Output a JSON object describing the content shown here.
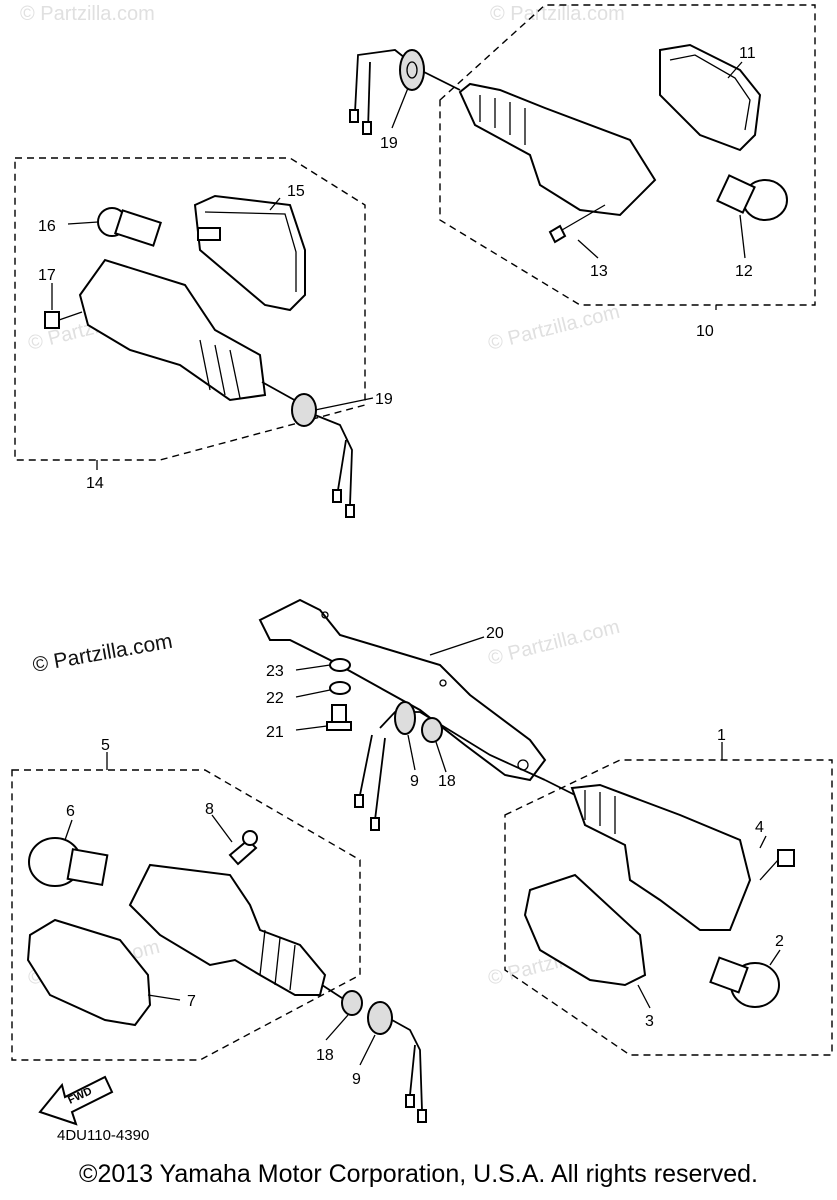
{
  "watermark": "© Partzilla.com",
  "diagram_code": "4DU110-4390",
  "copyright": "©2013 Yamaha Motor Corporation, U.S.A. All rights reserved.",
  "fwd_label": "FWD",
  "callouts": {
    "c1": "1",
    "c2": "2",
    "c3": "3",
    "c4": "4",
    "c5": "5",
    "c6": "6",
    "c7": "7",
    "c8": "8",
    "c9a": "9",
    "c9b": "9",
    "c10": "10",
    "c11": "11",
    "c12": "12",
    "c13": "13",
    "c14": "14",
    "c15": "15",
    "c16": "16",
    "c17": "17",
    "c18a": "18",
    "c18b": "18",
    "c19a": "19",
    "c19b": "19",
    "c20": "20",
    "c21": "21",
    "c22": "22",
    "c23": "23"
  }
}
